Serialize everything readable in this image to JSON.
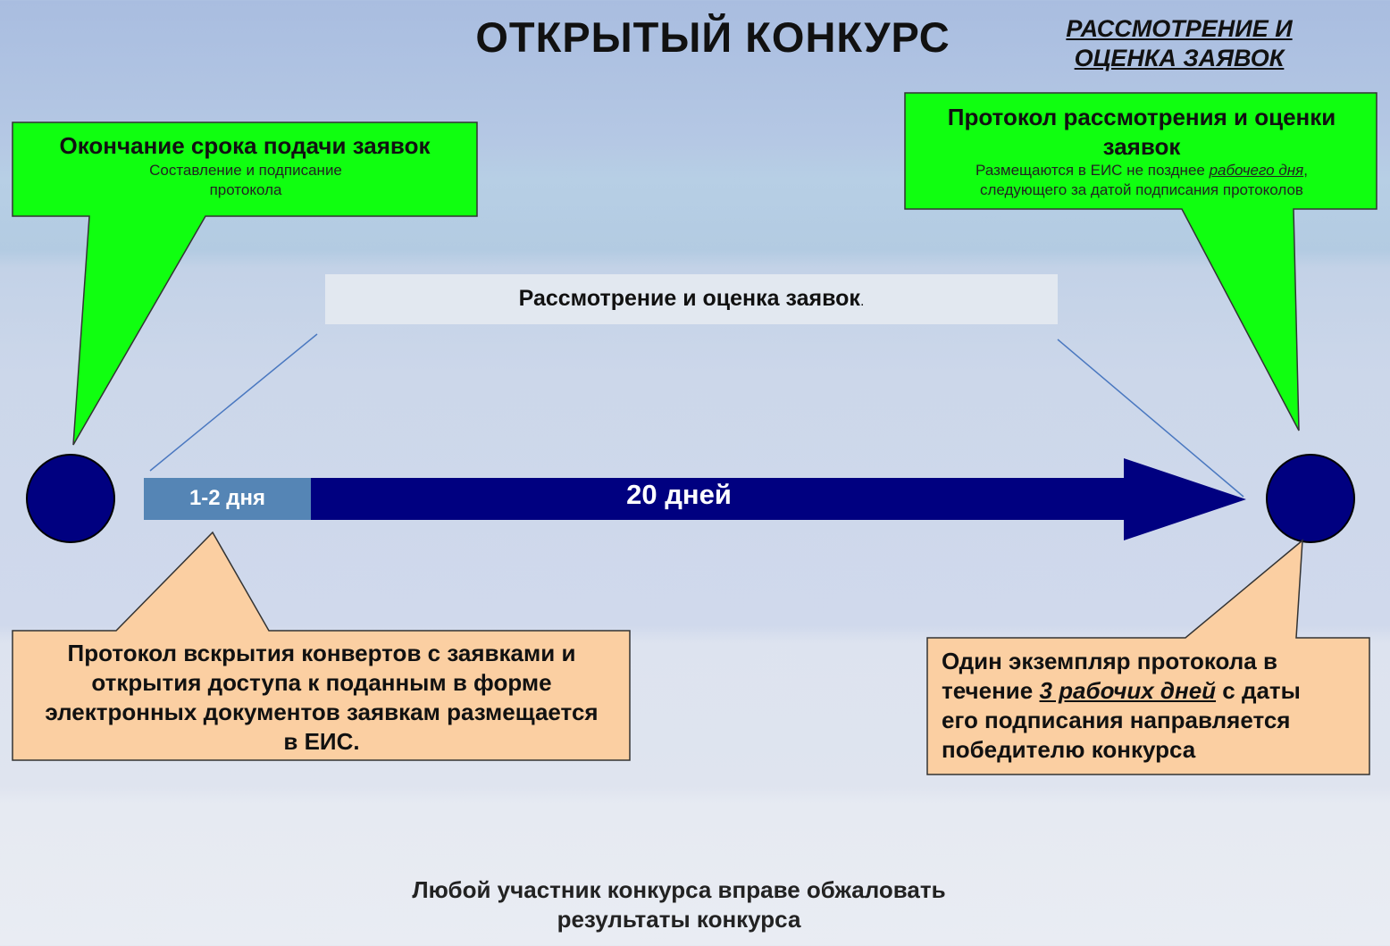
{
  "title": "ОТКРЫТЫЙ КОНКУРС",
  "subtitle_line1": "РАССМОТРЕНИЕ И",
  "subtitle_line2": "ОЦЕНКА ЗАЯВОК",
  "callout_deadline": {
    "title": "Окончание срока подачи заявок",
    "sub_line1": "Составление и подписание",
    "sub_line2": "протокола"
  },
  "callout_protocol": {
    "title": "Протокол рассмотрения и оценки заявок",
    "sub_part1": "Размещаются в ЕИС не позднее ",
    "sub_underlined": "рабочего дня",
    "sub_part2": ",",
    "sub_line2": "следующего за датой подписания протоколов"
  },
  "review_band_label": "Рассмотрение и оценка заявок",
  "review_band_dot": ".",
  "timeline": {
    "short_label": "1-2 дня",
    "long_label": "20 дней"
  },
  "callout_envelopes": {
    "line1": "Протокол вскрытия конвертов с заявками и",
    "line2": "открытия доступа к поданным в форме",
    "line3": "электронных документов заявкам размещается",
    "line4": "в ЕИС."
  },
  "callout_winner": {
    "line1": "Один экземпляр протокола в",
    "line2_part1": "течение ",
    "line2_underlined": "3 рабочих дней",
    "line2_part2": " с даты",
    "line3": "его подписания направляется",
    "line4": "победителю конкурса"
  },
  "footer_line1": "Любой участник конкурса вправе обжаловать",
  "footer_line2": "результаты конкурса",
  "colors": {
    "green_callout": "#10ff10",
    "peach_callout": "#fbcfa2",
    "navy": "#000080",
    "steel_blue": "#5585b5",
    "band_fill": "#e2e8f0"
  }
}
